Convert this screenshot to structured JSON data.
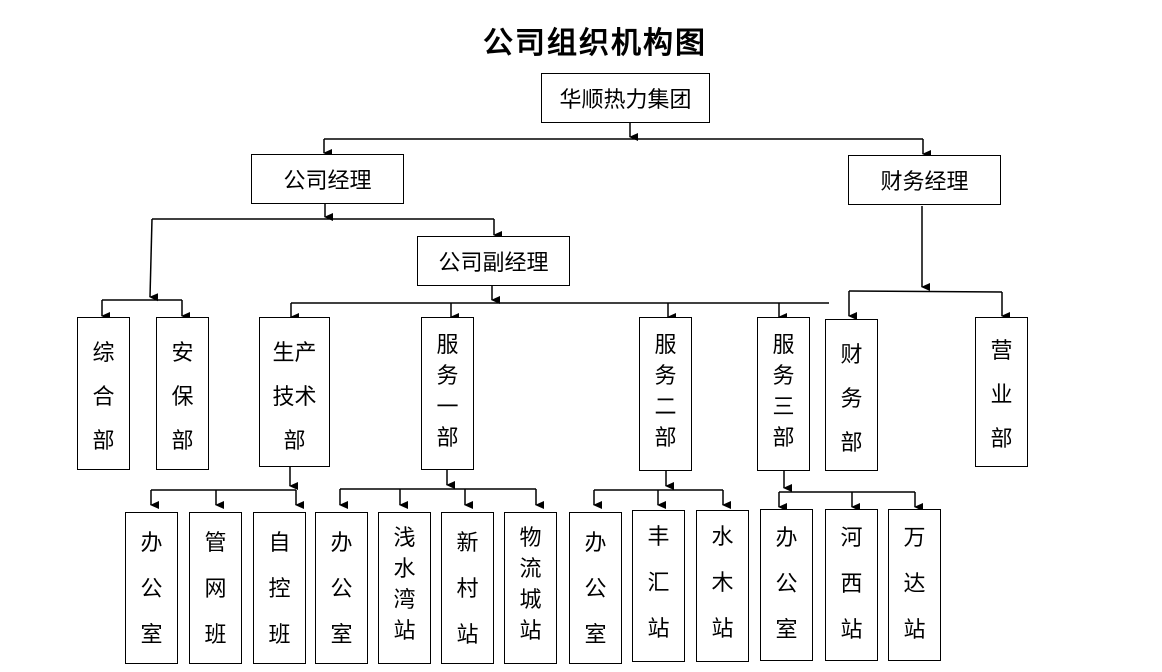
{
  "title": "公司组织机构图",
  "nodes": {
    "root": "华顺热力集团",
    "company_manager": "公司经理",
    "finance_manager": "财务经理",
    "deputy_manager": "公司副经理",
    "dept_general": [
      "综",
      "合",
      "部"
    ],
    "dept_security": [
      "安",
      "保",
      "部"
    ],
    "dept_production": [
      "生产",
      "技术",
      "部"
    ],
    "dept_service1": [
      "服",
      "务",
      "一",
      "部"
    ],
    "dept_service2": [
      "服",
      "务",
      "二",
      "部"
    ],
    "dept_service3": [
      "服",
      "务",
      "三",
      "部"
    ],
    "dept_finance": [
      "财",
      "务",
      "部"
    ],
    "dept_business": [
      "营",
      "业",
      "部"
    ],
    "prod_office": [
      "办",
      "公",
      "室"
    ],
    "prod_pipe_team": [
      "管",
      "网",
      "班"
    ],
    "prod_control_team": [
      "自",
      "控",
      "班"
    ],
    "s1_office": [
      "办",
      "公",
      "室"
    ],
    "s1_qianshuiwan": [
      "浅",
      "水",
      "湾",
      "站"
    ],
    "s1_xincun": [
      "新",
      "村",
      "站"
    ],
    "s1_wuliucheng": [
      "物",
      "流",
      "城",
      "站"
    ],
    "s2_office": [
      "办",
      "公",
      "室"
    ],
    "s2_fenghui": [
      "丰",
      "汇",
      "站"
    ],
    "s2_shuimu": [
      "水",
      "木",
      "站"
    ],
    "s3_office": [
      "办",
      "公",
      "室"
    ],
    "s3_hexi": [
      "河",
      "西",
      "站"
    ],
    "s3_wanda": [
      "万",
      "达",
      "站"
    ]
  }
}
